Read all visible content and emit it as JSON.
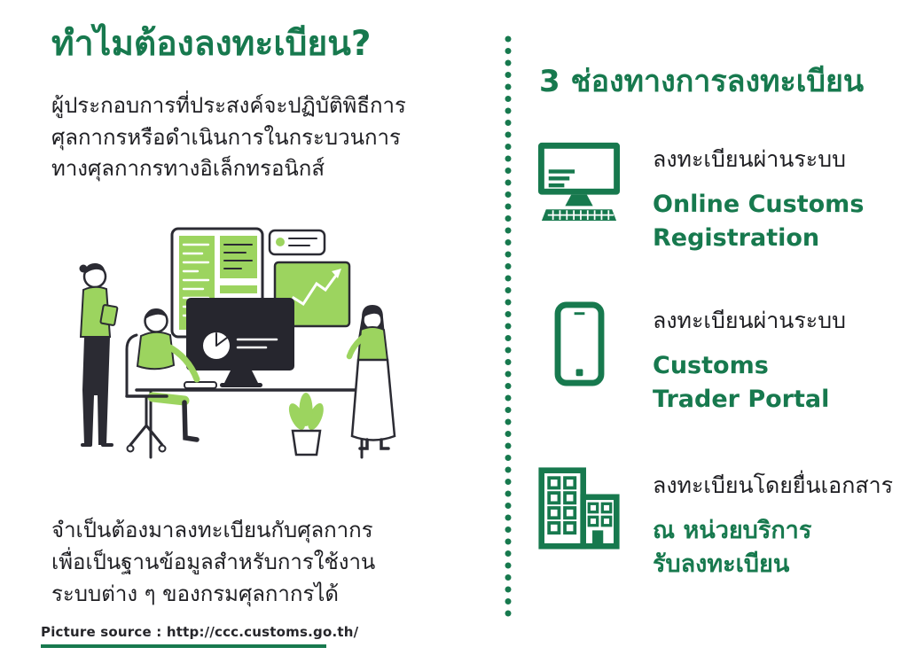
{
  "palette": {
    "accent_green": "#17794E",
    "light_green": "#9CD45F",
    "ink_dark": "#2B2B33",
    "screen_dark": "#26262E",
    "background": "#FFFFFF"
  },
  "left": {
    "title": "ทำไมต้องลงทะเบียน?",
    "intro_lines": [
      "ผู้ประกอบการที่ประสงค์จะปฏิบัติพิธีการ",
      "ศุลกากรหรือดำเนินการในกระบวนการ",
      "ทางศุลกากรทางอิเล็กทรอนิกส์"
    ],
    "illustration": "people-working-at-computers",
    "outro_lines": [
      "จำเป็นต้องมาลงทะเบียนกับศุลกากร",
      "เพื่อเป็นฐานข้อมูลสำหรับการใช้งาน",
      "ระบบต่าง ๆ ของกรมศุลกากรได้"
    ],
    "source": "Picture source : http://ccc.customs.go.th/"
  },
  "right": {
    "heading": "3 ช่องทางการลงทะเบียน",
    "items": [
      {
        "icon": "desktop-computer-icon",
        "line1": "ลงทะเบียนผ่านระบบ",
        "bold_lines": [
          "Online Customs",
          "Registration"
        ]
      },
      {
        "icon": "smartphone-icon",
        "line1": "ลงทะเบียนผ่านระบบ",
        "bold_lines": [
          "Customs",
          "Trader Portal"
        ]
      },
      {
        "icon": "building-icon",
        "line1": "ลงทะเบียนโดยยื่นเอกสาร",
        "bold_lines": [
          "ณ  หน่วยบริการ",
          "รับลงทะเบียน"
        ]
      }
    ]
  }
}
